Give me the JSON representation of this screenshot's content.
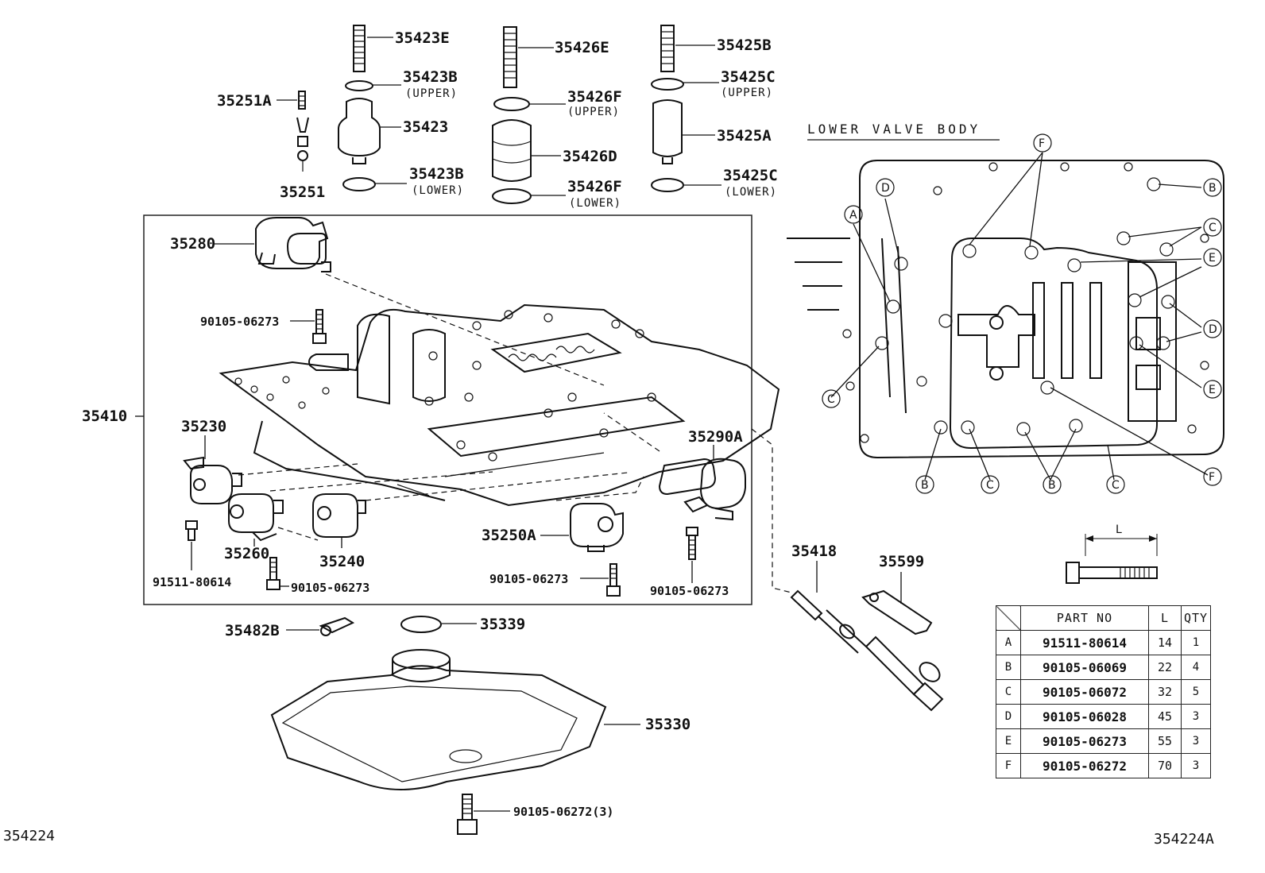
{
  "diagram": {
    "parts": {
      "p35423E": "35423E",
      "p35423B_up": "35423B",
      "p35423B_up_sub": "(UPPER)",
      "p35423": "35423",
      "p35423B_lo": "35423B",
      "p35423B_lo_sub": "(LOWER)",
      "p35426E": "35426E",
      "p35426F_up": "35426F",
      "p35426F_up_sub": "(UPPER)",
      "p35426D": "35426D",
      "p35426F_lo": "35426F",
      "p35426F_lo_sub": "(LOWER)",
      "p35425B": "35425B",
      "p35425C_up": "35425C",
      "p35425C_up_sub": "(UPPER)",
      "p35425A": "35425A",
      "p35425C_lo": "35425C",
      "p35425C_lo_sub": "(LOWER)",
      "p35251A": "35251A",
      "p35251": "35251",
      "p35280": "35280",
      "b1": "90105-06273",
      "p35410": "35410",
      "p35230": "35230",
      "p35260": "35260",
      "p35240": "35240",
      "b2": "91511-80614",
      "b3": "90105-06273",
      "p35290A": "35290A",
      "p35250A": "35250A",
      "b4": "90105-06273",
      "b5": "90105-06273",
      "p35418": "35418",
      "p35599": "35599",
      "p35482B": "35482B",
      "p35339": "35339",
      "p35330": "35330",
      "b6": "90105-06272(3)"
    },
    "lower_valve_body_title": "LOWER VALVE BODY",
    "bolt_letters": {
      "A": "A",
      "B": "B",
      "C": "C",
      "D": "D",
      "E": "E",
      "F": "F"
    },
    "length_label": "L",
    "code_left": "354224",
    "code_right": "354224A"
  },
  "bolt_table": {
    "headers": {
      "part_no": "PART NO",
      "l": "L",
      "qty": "QTY"
    },
    "rows": [
      {
        "key": "A",
        "part_no": "91511-80614",
        "l": "14",
        "qty": "1"
      },
      {
        "key": "B",
        "part_no": "90105-06069",
        "l": "22",
        "qty": "4"
      },
      {
        "key": "C",
        "part_no": "90105-06072",
        "l": "32",
        "qty": "5"
      },
      {
        "key": "D",
        "part_no": "90105-06028",
        "l": "45",
        "qty": "3"
      },
      {
        "key": "E",
        "part_no": "90105-06273",
        "l": "55",
        "qty": "3"
      },
      {
        "key": "F",
        "part_no": "90105-06272",
        "l": "70",
        "qty": "3"
      }
    ]
  }
}
